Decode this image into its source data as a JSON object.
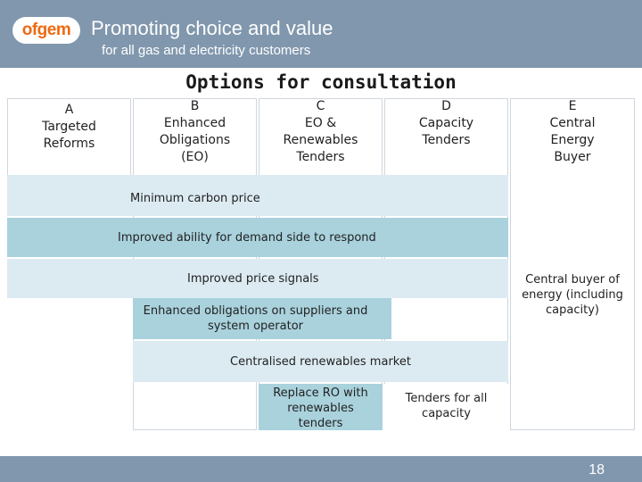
{
  "header": {
    "logo_text": "ofgem",
    "tagline": "Promoting choice and value",
    "tagline_sub": "for all gas and electricity customers"
  },
  "title": "Options for consultation",
  "columns": [
    {
      "letter": "A",
      "label": "Targeted Reforms"
    },
    {
      "letter": "B",
      "label": "Enhanced Obligations (EO)"
    },
    {
      "letter": "C",
      "label": "EO & Renewables Tenders"
    },
    {
      "letter": "D",
      "label": "Capacity Tenders"
    },
    {
      "letter": "E",
      "label": "Central Energy Buyer"
    }
  ],
  "bands": {
    "min_carbon": "Minimum carbon price",
    "demand_side": "Improved ability for demand side to respond",
    "price_signals": "Improved price signals",
    "enhanced_obligations": "Enhanced obligations on suppliers and system operator",
    "renewables_market": "Centralised renewables market",
    "replace_ro": "Replace RO with renewables tenders",
    "tenders_capacity": "Tenders for all capacity",
    "central_buyer": "Central buyer of energy (including capacity)"
  },
  "footer": {
    "page_number": "18"
  },
  "colors": {
    "header_bg": "#8097ad",
    "band_light": "#dcebf2",
    "band_mid": "#a9d2dd",
    "logo_orange": "#ec6a12"
  }
}
